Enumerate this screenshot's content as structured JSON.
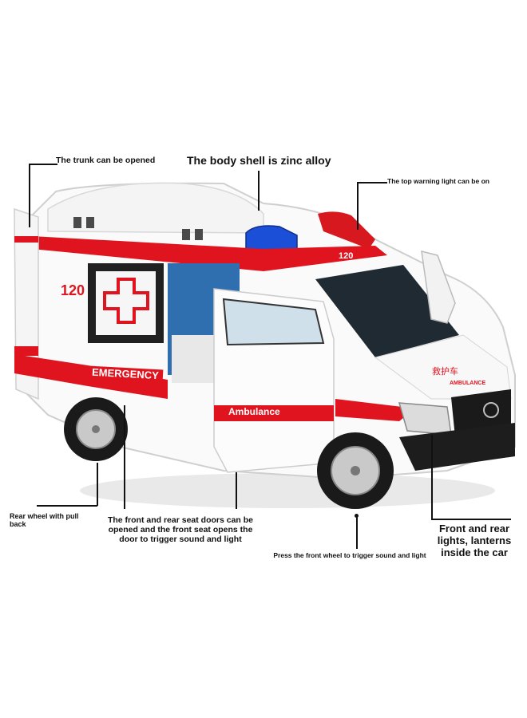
{
  "callouts": {
    "trunk": "The trunk can be opened",
    "body_shell": "The body shell is zinc alloy",
    "warning_light": "The top warning light can be on",
    "rear_wheel": "Rear wheel with pull back",
    "doors": "The front and rear seat doors can be opened and the front seat opens the door to trigger sound and light",
    "front_wheel": "Press the front wheel to trigger sound and light",
    "lights": "Front and rear lights, lanterns inside the car"
  },
  "vehicle_markings": {
    "number_front": "120",
    "number_side": "120",
    "side_text": "EMERGENCY",
    "door_text": "Ambulance",
    "hood_text_cn": "救护车",
    "hood_text_en": "AMBULANCE"
  },
  "colors": {
    "body": "#ffffff",
    "stripe": "#e0141e",
    "glass": "#1f2a33",
    "light_blue": "#1c4fd8",
    "light_red": "#d7181f",
    "interior": "#2f6fb0"
  }
}
